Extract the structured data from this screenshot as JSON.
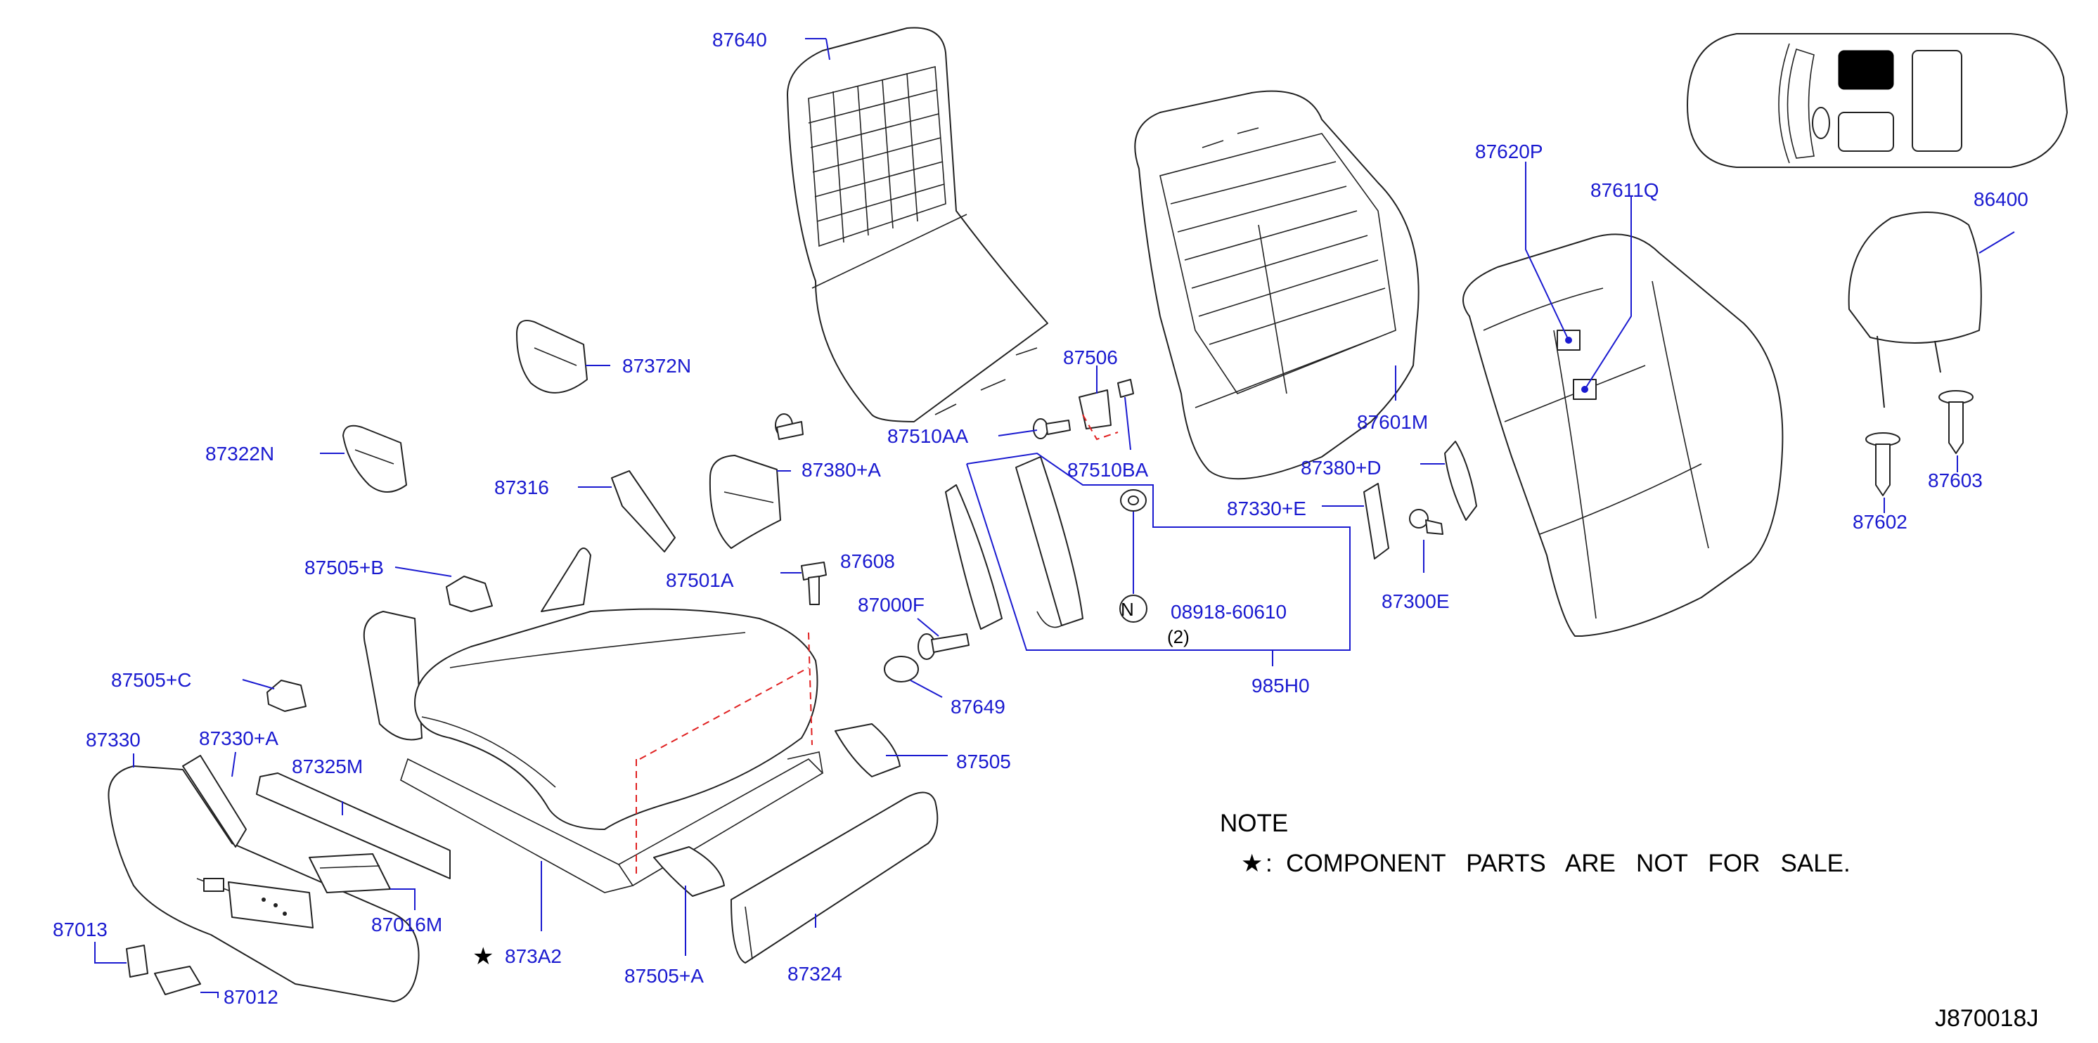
{
  "labels": {
    "p87640": "87640",
    "p87372N": "87372N",
    "p87322N": "87322N",
    "p87316": "87316",
    "p87380A": "87380+A",
    "p87505B": "87505+B",
    "p87501A": "87501A",
    "p87608": "87608",
    "p87000F": "87000F",
    "p87505C": "87505+C",
    "p87330": "87330",
    "p87330A": "87330+A",
    "p87325M": "87325M",
    "p87016M": "87016M",
    "p87013": "87013",
    "p87012": "87012",
    "p873A2": "873A2",
    "p87505A": "87505+A",
    "p87324": "87324",
    "p87649": "87649",
    "p87505": "87505",
    "p87506": "87506",
    "p87510AA": "87510AA",
    "p87510BA": "87510BA",
    "p87601M": "87601M",
    "p87380D": "87380+D",
    "p87330E": "87330+E",
    "p87300E": "87300E",
    "p08918": "08918-60610",
    "p08918qty": "(2)",
    "p08918sym": "N",
    "p985H0": "985H0",
    "p87620P": "87620P",
    "p87611Q": "87611Q",
    "p86400": "86400",
    "p87602": "87602",
    "p87603": "87603"
  },
  "note": {
    "title": "NOTE",
    "star": "★",
    "text": ":  COMPONENT   PARTS   ARE   NOT   FOR   SALE."
  },
  "marker_star": "★",
  "diagram_ref": "J870018J",
  "colors": {
    "label": "#1a1ad0",
    "outline": "#222222",
    "dash": "#e02020"
  }
}
